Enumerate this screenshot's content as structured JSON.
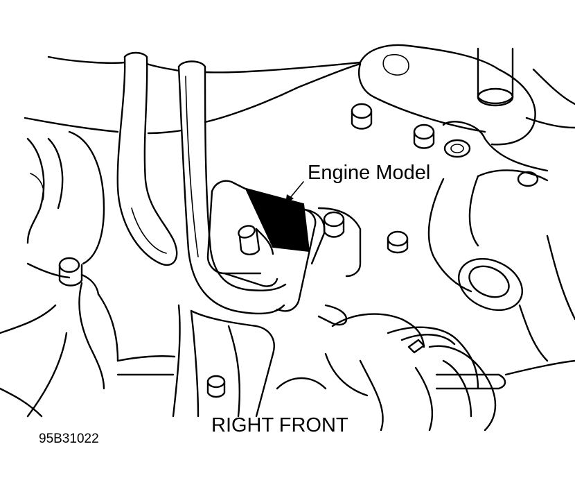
{
  "labels": {
    "callout": "Engine Model",
    "location": "RIGHT FRONT",
    "figure_code": "95B31022"
  },
  "colors": {
    "ink": "#000000",
    "paper": "#ffffff"
  }
}
